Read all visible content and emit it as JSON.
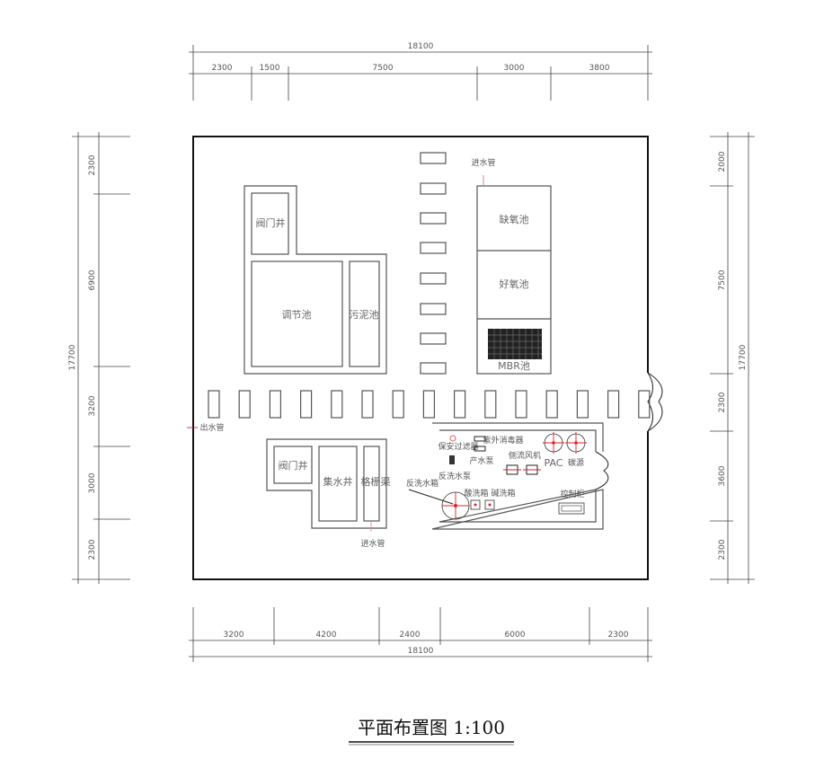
{
  "drawing": {
    "title": "平面布置图 1:100",
    "top_total": "18100",
    "top_segments": [
      "2300",
      "1500",
      "7500",
      "3000",
      "3800"
    ],
    "bottom_total": "18100",
    "bottom_segments": [
      "3200",
      "4200",
      "2400",
      "6000",
      "2300"
    ],
    "left_total": "17700",
    "left_segments": [
      "2300",
      "6900",
      "3200",
      "3000",
      "2300"
    ],
    "right_total": "17700",
    "right_segments": [
      "2000",
      "7500",
      "2300",
      "3600",
      "2300"
    ]
  },
  "labels": {
    "valve_well_1": "阀门井",
    "regulating_tank": "调节池",
    "sludge_tank": "污泥池",
    "inlet_pipe_top": "进水管",
    "anoxic_tank": "缺氧池",
    "aerobic_tank": "好氧池",
    "mbr_tank": "MBR池",
    "outlet_pipe": "出水管",
    "valve_well_2": "阀门井",
    "collection_well": "集水井",
    "grid_channel": "格栅渠",
    "inlet_pipe_bottom": "进水管",
    "security_filter": "保安过滤器",
    "uv_disinfector": "紫外消毒器",
    "product_pump": "产水泵",
    "backwash_pump": "反洗水泵",
    "blower": "侧流风机",
    "pac": "PAC",
    "carbon_source": "碳源",
    "backwash_tank": "反洗水箱",
    "acid_tank": "酸洗箱",
    "alkali_tank": "碱洗箱",
    "control_cabinet": "控制柜"
  }
}
